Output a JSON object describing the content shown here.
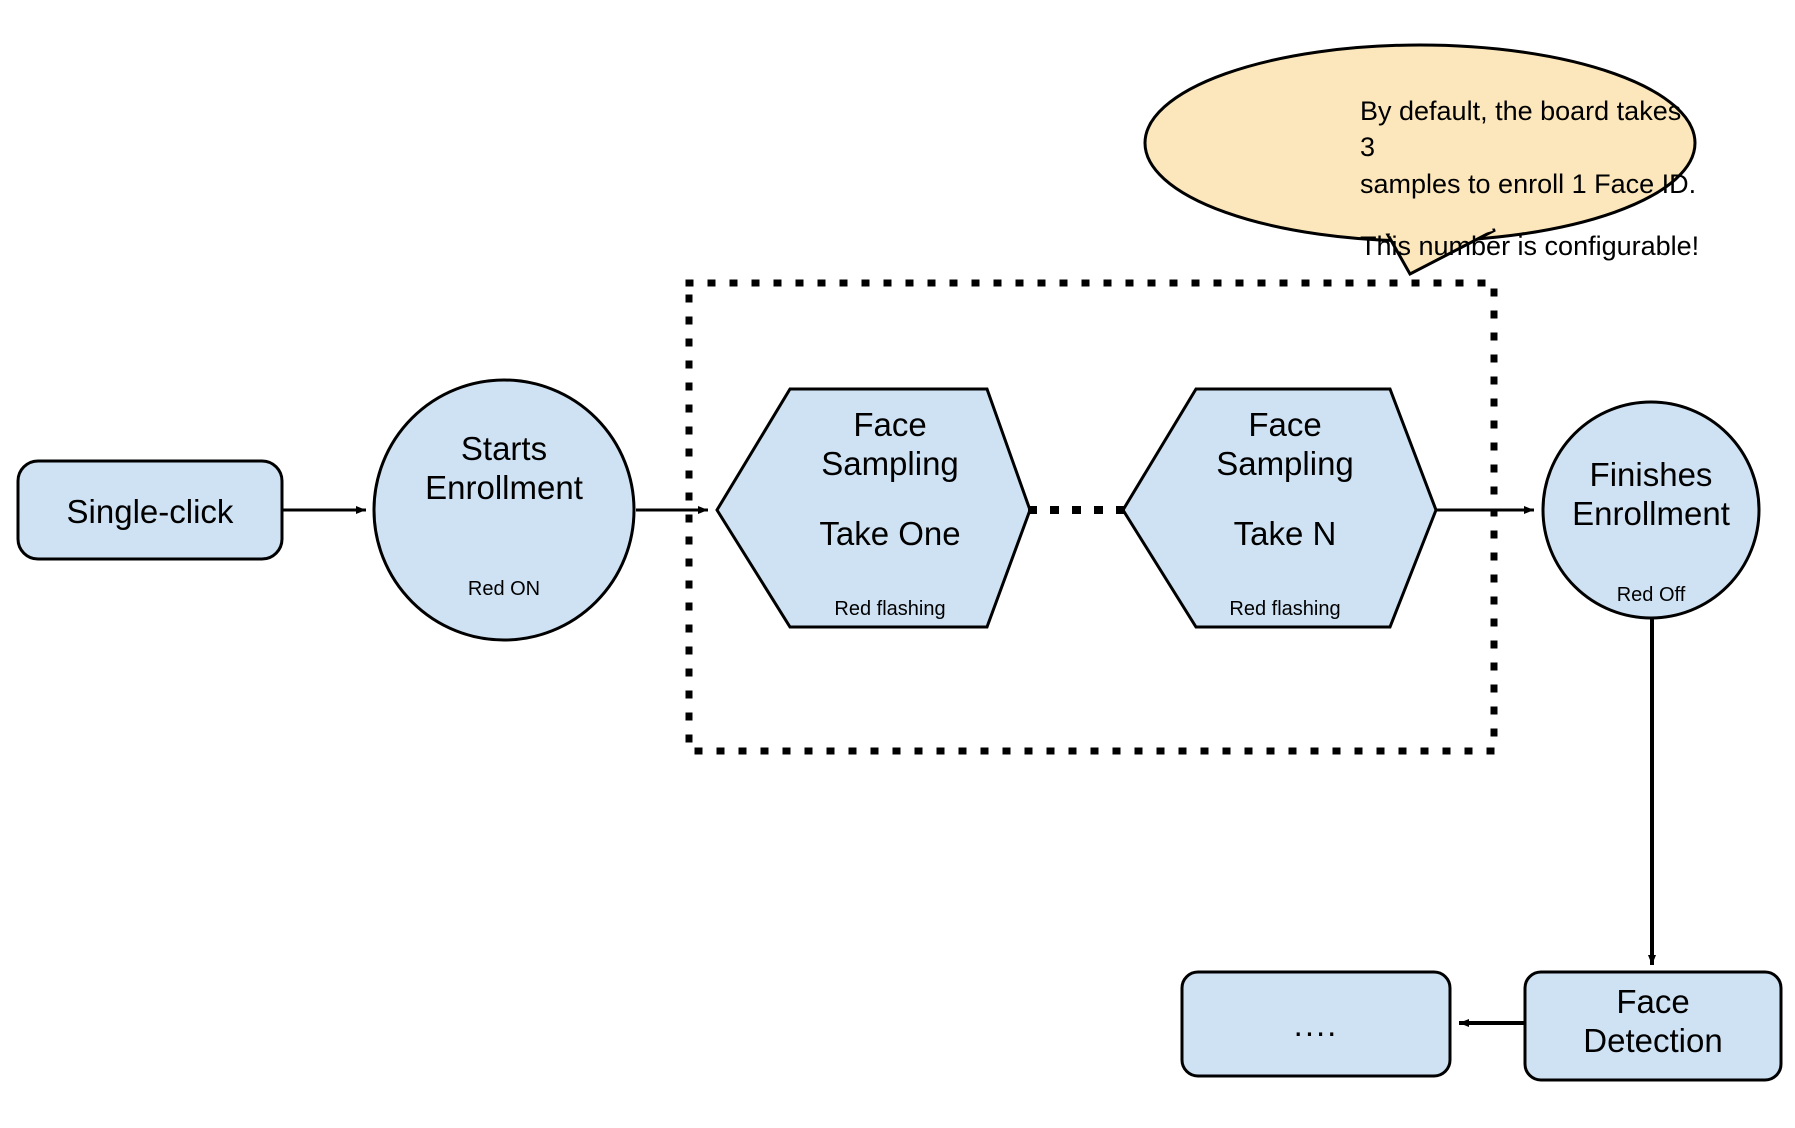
{
  "diagram": {
    "title": "Face ID Enrollment Flow",
    "colors": {
      "node_fill": "#cfe2f3",
      "node_stroke": "#000000",
      "callout_fill": "#fbe7bb",
      "callout_stroke": "#000000",
      "background": "#ffffff",
      "arrow": "#000000"
    }
  },
  "nodes": {
    "single_click": {
      "label": "Single-click",
      "shape": "rounded-rectangle"
    },
    "starts_enrollment": {
      "label": "Starts\nEnrollment",
      "sublabel": "Red ON",
      "shape": "circle"
    },
    "face_sampling_one": {
      "label": "Face\nSampling",
      "take": "Take One",
      "sublabel": "Red flashing",
      "shape": "hexagon"
    },
    "face_sampling_n": {
      "label": "Face\nSampling",
      "take": "Take N",
      "sublabel": "Red flashing",
      "shape": "hexagon"
    },
    "finishes_enrollment": {
      "label": "Finishes\nEnrollment",
      "sublabel": "Red Off",
      "shape": "circle"
    },
    "face_detection": {
      "label": "Face\nDetection",
      "shape": "rounded-rectangle"
    },
    "ellipsis_box": {
      "label": "....",
      "shape": "rounded-rectangle"
    }
  },
  "callout": {
    "line1": "By default, the board takes 3",
    "line2": "samples to enroll 1 Face ID.",
    "line3": "This number is configurable!"
  },
  "group_box": {
    "style": "dotted",
    "label": ""
  },
  "connectors": [
    {
      "from": "single_click",
      "to": "starts_enrollment",
      "style": "solid-arrow"
    },
    {
      "from": "starts_enrollment",
      "to": "face_sampling_one",
      "style": "solid-arrow"
    },
    {
      "from": "face_sampling_one",
      "to": "face_sampling_n",
      "style": "dotted"
    },
    {
      "from": "face_sampling_n",
      "to": "finishes_enrollment",
      "style": "solid-arrow"
    },
    {
      "from": "finishes_enrollment",
      "to": "face_detection",
      "style": "solid-arrow"
    },
    {
      "from": "face_detection",
      "to": "ellipsis_box",
      "style": "solid-arrow"
    }
  ]
}
